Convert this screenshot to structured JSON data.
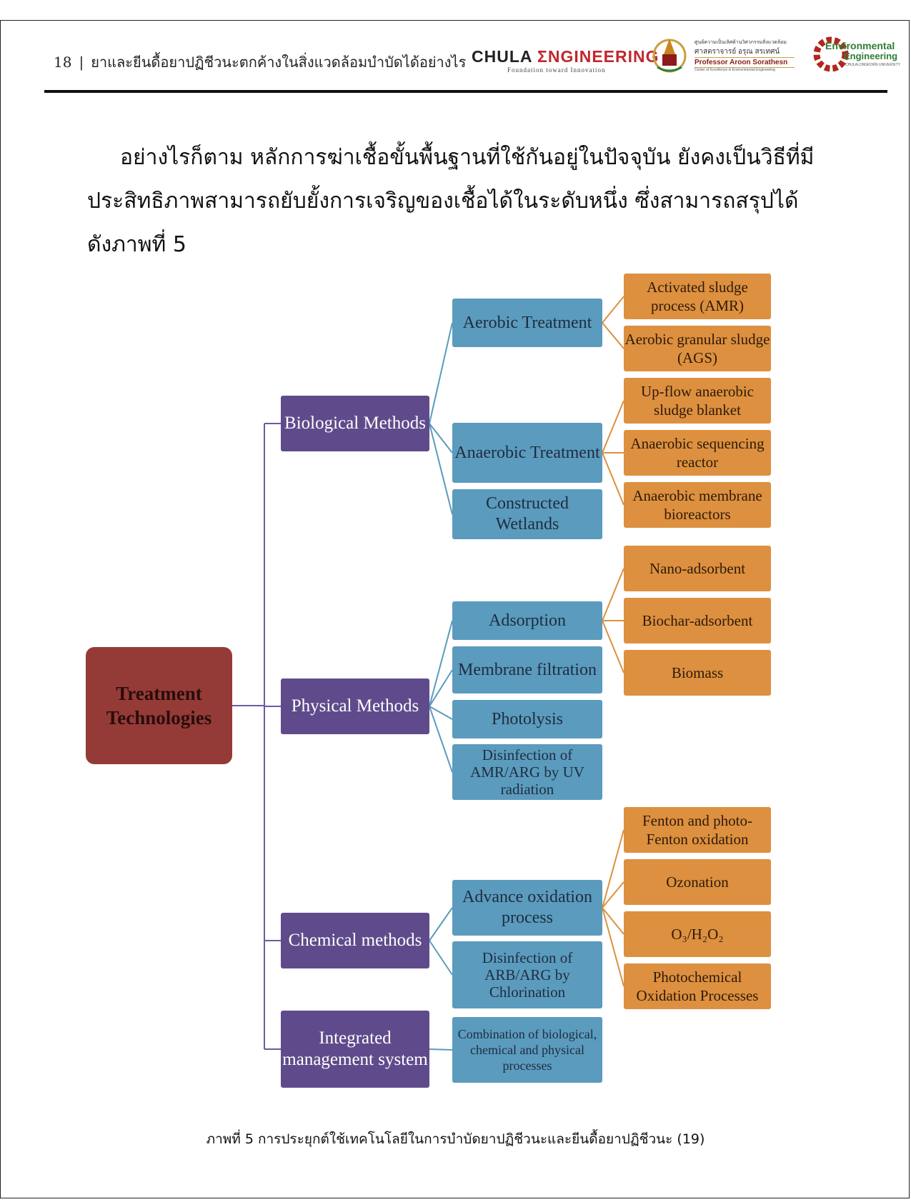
{
  "header": {
    "page_number": "18",
    "separator": "|",
    "title": "ยาและยีนดื้อยาปฏิชีวนะตกค้างในสิ่งแวดล้อมบำบัดได้อย่างไร",
    "logos": {
      "chula_prefix": "CHULA",
      "chula_engineering": "ΣNGINEERING",
      "chula_tagline": "Foundation toward Innovation",
      "prof_line1": "ศูนย์ความเป็นเลิศด้านวิศวกรรมสิ่งแวดล้อม",
      "prof_line2": "ศาสตราจารย์ อรุณ สรเทศน์",
      "prof_line3": "Professor Aroon Sorathesn",
      "prof_line4": "Center of Excellence in Environmental Engineering",
      "env_line1": "Environmental",
      "env_line2": "Engineering",
      "env_line3": "CHULALONGKORN UNIVERSITY"
    }
  },
  "body": {
    "lines": [
      "อย่างไรก็ตาม หลักการฆ่าเชื้อขั้นพื้นฐานที่ใช้กันอยู่ในปัจจุบัน ยังคงเป็นวิธีที่มี",
      "ประสิทธิภาพสามารถยับยั้งการเจริญของเชื้อได้ในระดับหนึ่ง ซึ่งสามารถสรุปได้",
      "ดังภาพที่ 5"
    ]
  },
  "diagram": {
    "root": "Treatment Technologies",
    "categories": [
      {
        "label": "Biological Methods",
        "subs": [
          {
            "label": "Aerobic Treatment",
            "leaves": [
              "Activated sludge process (AMR)",
              "Aerobic granular sludge (AGS)"
            ]
          },
          {
            "label": "Anaerobic Treatment",
            "leaves": [
              "Up-flow anaerobic sludge blanket",
              "Anaerobic sequencing reactor",
              "Anaerobic membrane bioreactors"
            ]
          },
          {
            "label": "Constructed Wetlands",
            "leaves": []
          }
        ]
      },
      {
        "label": "Physical Methods",
        "subs": [
          {
            "label": "Adsorption",
            "leaves": [
              "Nano-adsorbent",
              "Biochar-adsorbent",
              "Biomass"
            ]
          },
          {
            "label": "Membrane filtration",
            "leaves": []
          },
          {
            "label": "Photolysis",
            "leaves": []
          },
          {
            "label": "Disinfection of AMR/ARG by UV radiation",
            "leaves": []
          }
        ]
      },
      {
        "label": "Chemical methods",
        "subs": [
          {
            "label": "Advance oxidation process",
            "leaves": [
              "Fenton and photo-Fenton oxidation",
              "Ozonation",
              "O₃/H₂O₂",
              "Photochemical Oxidation Processes"
            ]
          },
          {
            "label": "Disinfection of ARB/ARG by Chlorination",
            "leaves": []
          }
        ]
      },
      {
        "label": "Integrated management system",
        "subs": [
          {
            "label": "Combination of biological, chemical and physical processes",
            "leaves": []
          }
        ]
      }
    ]
  },
  "caption": "ภาพที่ 5 การประยุกต์ใช้เทคโนโลยีในการบำบัดยาปฏิชีวนะและยีนดื้อยาปฏิชีวนะ (19)",
  "colors": {
    "root": "#943b37",
    "category": "#5f4b8b",
    "sub": "#5b9bbd",
    "leaf": "#dd903f",
    "connector_category": "#6e5aa0",
    "connector_sub": "#5b9bbd",
    "connector_leaf": "#dd903f"
  }
}
